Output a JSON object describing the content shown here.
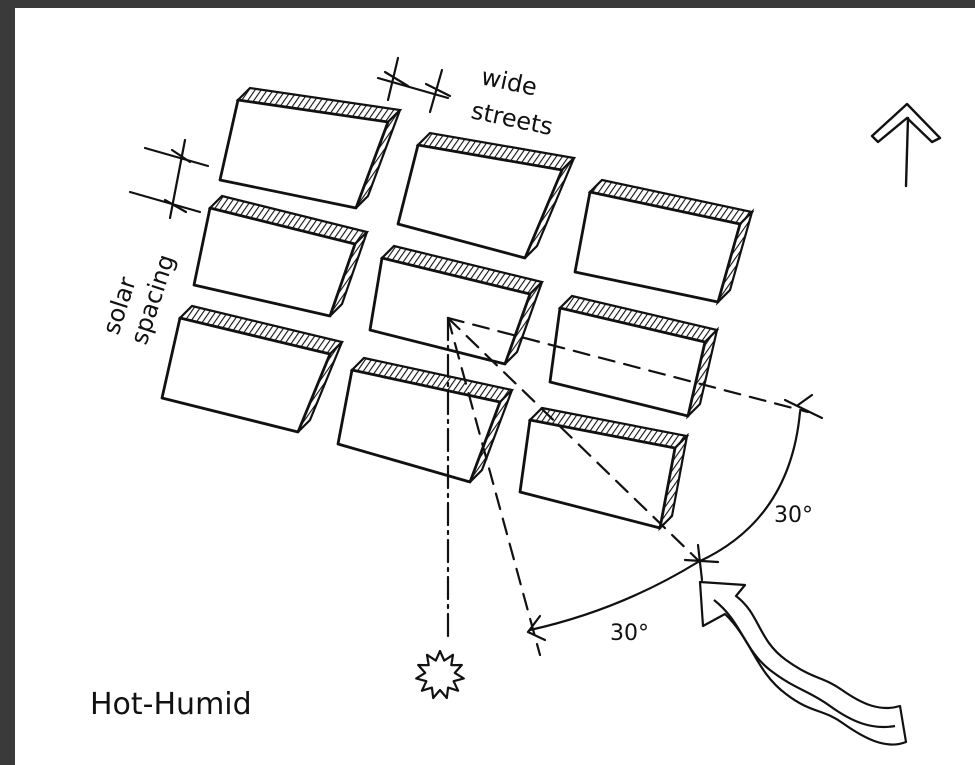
{
  "labels": {
    "wide_streets_line1": "wide",
    "wide_streets_line2": "streets",
    "solar_spacing_line1": "solar",
    "solar_spacing_line2": "spacing",
    "angle_upper": "30°",
    "angle_lower": "30°",
    "climate": "Hot-Humid"
  },
  "icons": {
    "north": "north-arrow-icon",
    "sun": "sun-icon",
    "wind": "breeze-arrow-icon"
  },
  "colors": {
    "ink": "#111111",
    "paper": "#ffffff",
    "frame": "#3a3a3a"
  }
}
